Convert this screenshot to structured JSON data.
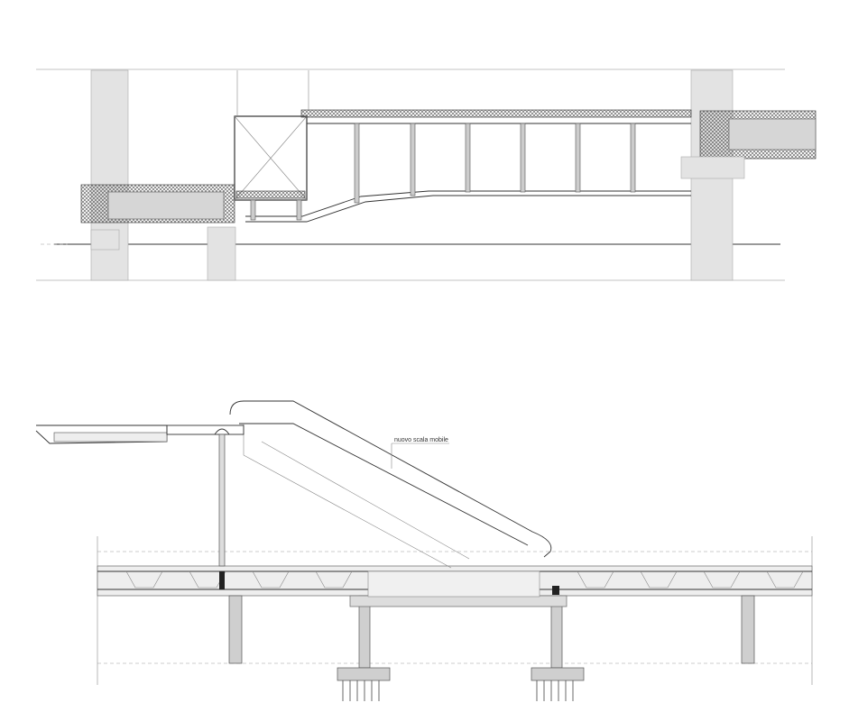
{
  "drawing": {
    "sections": [
      "upper-section",
      "lower-section"
    ],
    "annotation": "nuovo scala mobile"
  }
}
